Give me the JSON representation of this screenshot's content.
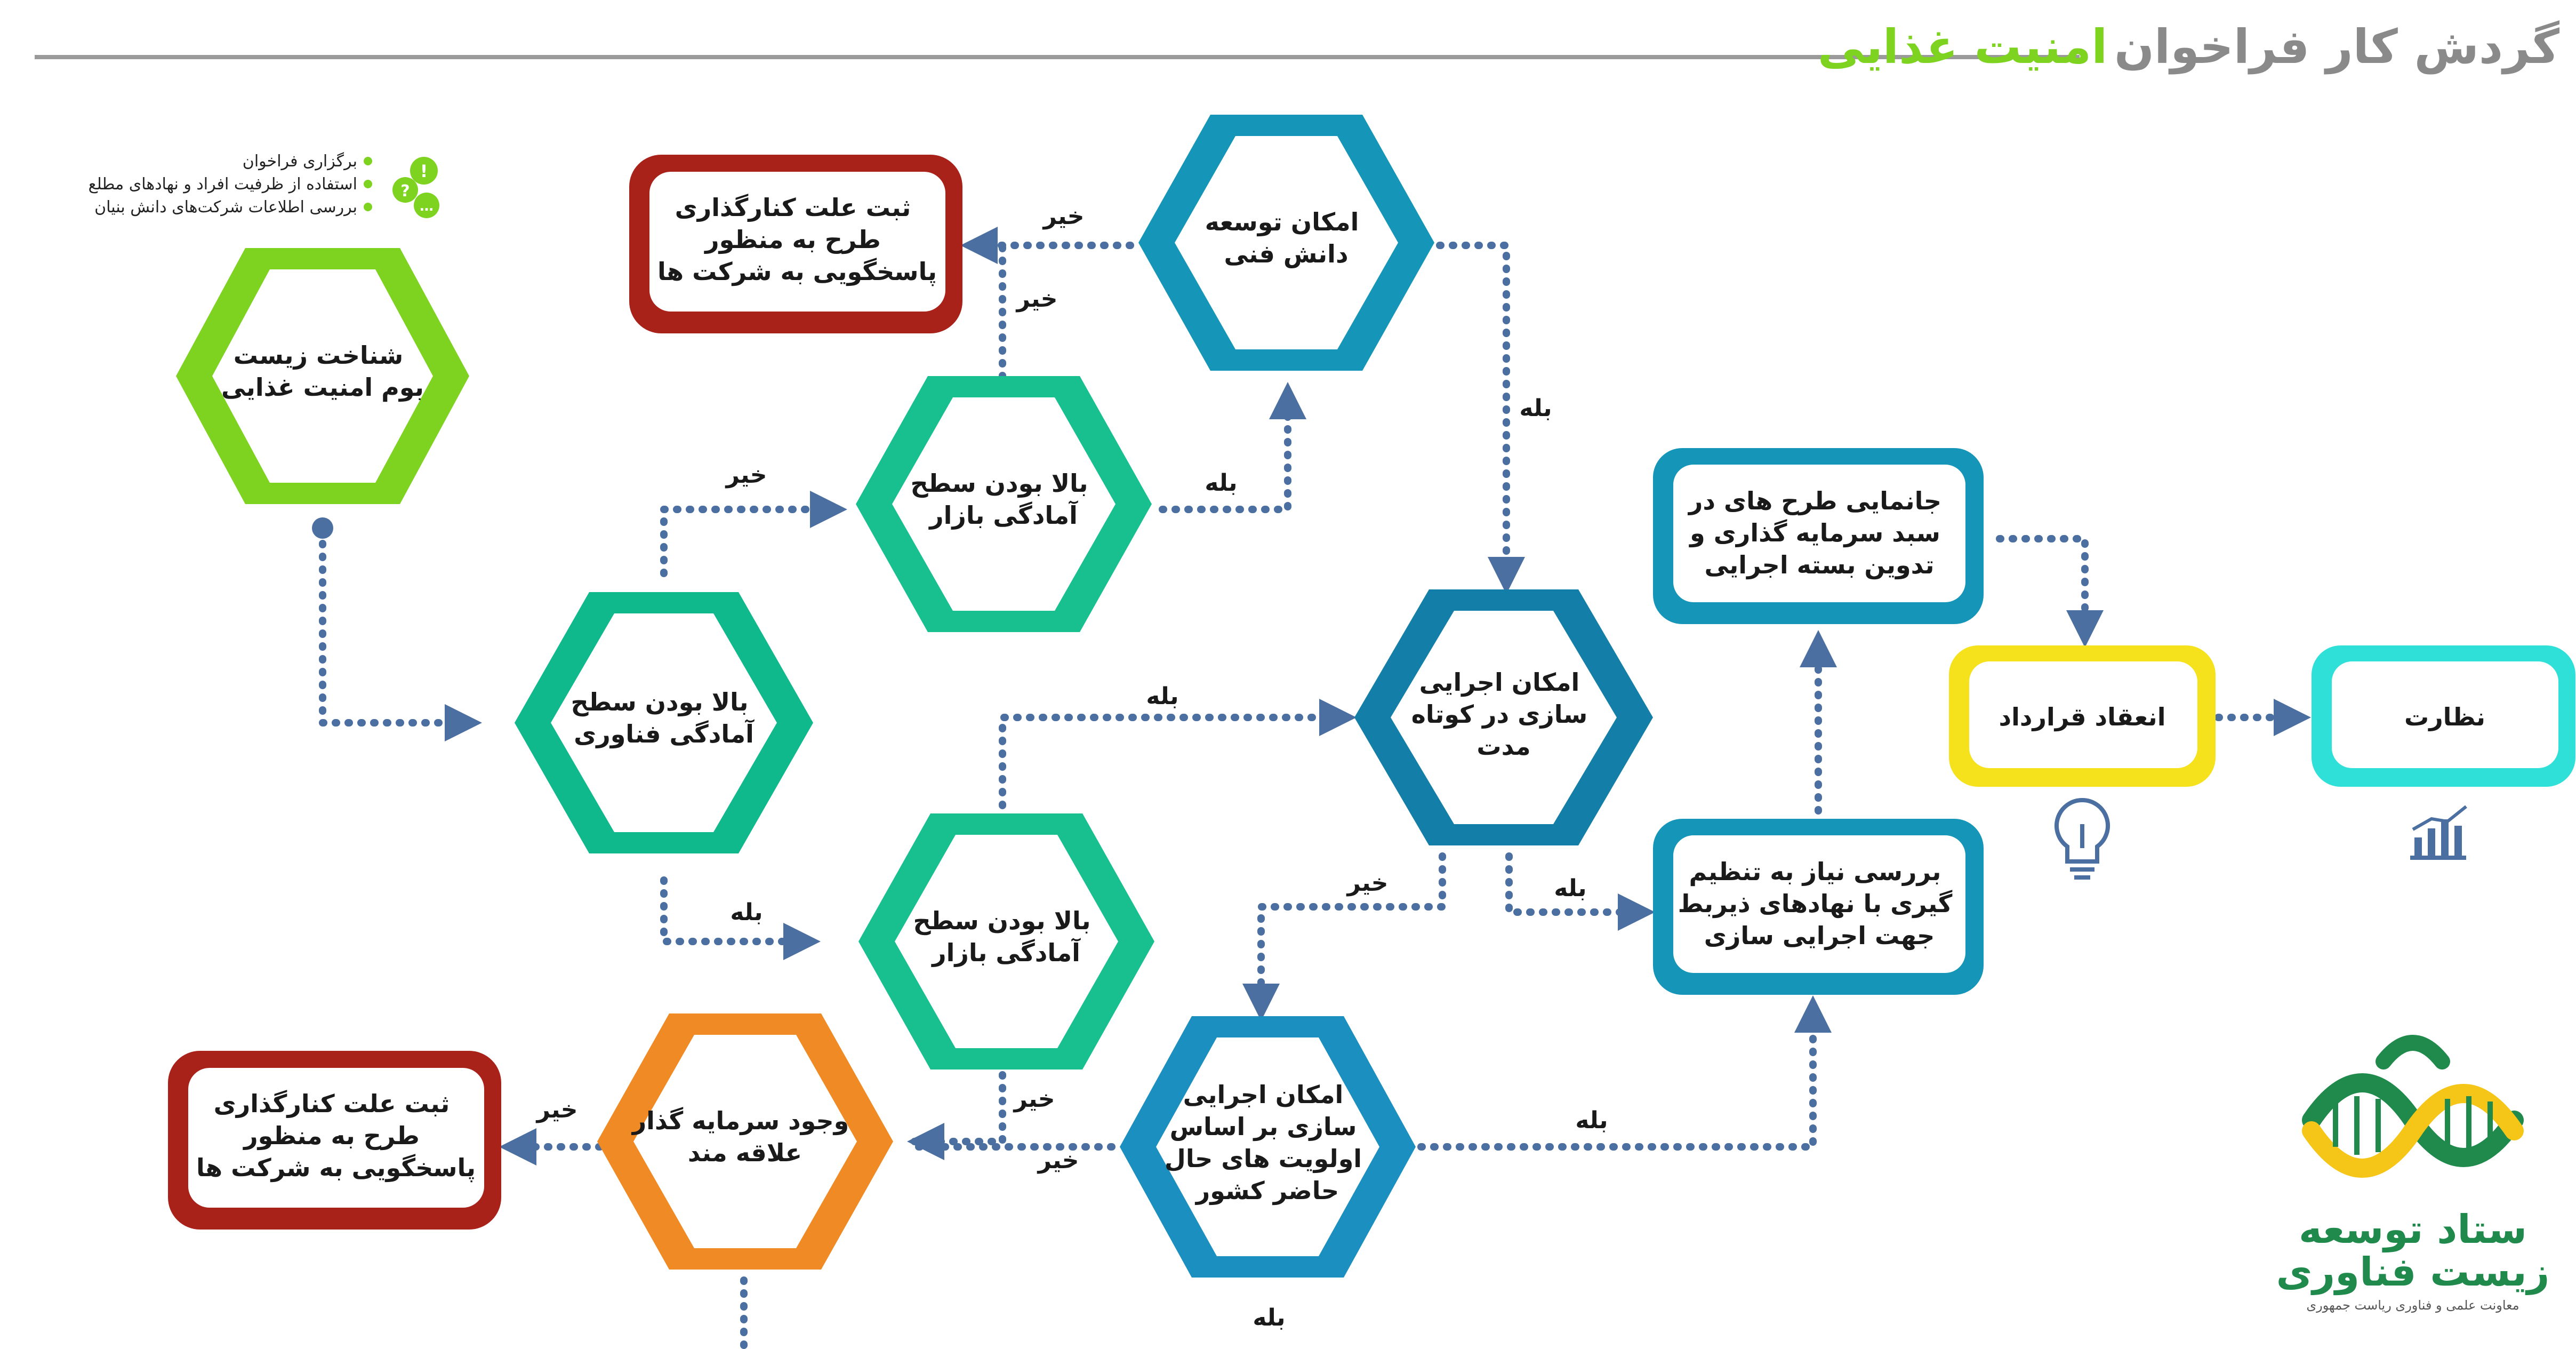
{
  "header": {
    "title_part1": "گردش کار فراخوان",
    "title_part2": "امنیت غذایی",
    "color_gray": "#8a8a8a",
    "color_green": "#7ed321"
  },
  "notes": {
    "items": [
      "برگزاری فراخوان",
      "استفاده از ظرفیت افراد و نهادهای مطلع",
      "بررسی اطلاعات شرکت‌های دانش بنیان"
    ]
  },
  "nodes": {
    "n1": {
      "lines": [
        "شناخت زیست",
        "بوم امنیت غذایی"
      ]
    },
    "n2": {
      "lines": [
        "بالا بودن سطح",
        "آمادگی فناوری"
      ]
    },
    "n3": {
      "lines": [
        "بالا بودن سطح",
        "آمادگی بازار"
      ]
    },
    "n4": {
      "lines": [
        "بالا بودن سطح",
        "آمادگی بازار"
      ]
    },
    "n5": {
      "lines": [
        "امکان توسعه",
        "دانش فنی"
      ]
    },
    "n6": {
      "lines": [
        "ثبت علت کنارگذاری",
        "طرح به منظور",
        "پاسخگویی به شرکت ها"
      ]
    },
    "n7": {
      "lines": [
        "امکان اجرایی",
        "سازی در کوتاه",
        "مدت"
      ]
    },
    "n8": {
      "lines": [
        "امکان اجرایی",
        "سازی بر اساس",
        "اولویت های حال",
        "حاضر کشور"
      ]
    },
    "n9": {
      "lines": [
        "وجود سرمایه گذار",
        "علاقه مند"
      ]
    },
    "n10": {
      "lines": [
        "ثبت علت کنارگذاری",
        "طرح به منظور",
        "پاسخگویی به شرکت ها"
      ]
    },
    "n11": {
      "lines": [
        "بررسی نیاز به تنظیم",
        "گیری با نهادهای ذیربط",
        "جهت اجرایی سازی"
      ]
    },
    "n12": {
      "lines": [
        "جانمایی طرح های در",
        "سبد سرمایه گذاری و",
        "تدوین بسته اجرایی"
      ]
    },
    "n13": {
      "lines": [
        "انعقاد قرارداد"
      ]
    },
    "n14": {
      "lines": [
        "نظارت"
      ]
    }
  },
  "edge_labels": {
    "no1": "خیر",
    "no2": "خیر",
    "no3": "خیر",
    "no4": "خیر",
    "no5": "خیر",
    "no6": "خیر",
    "no7": "خیر",
    "yes1": "بله",
    "yes2": "بله",
    "yes3": "بله",
    "yes4": "بله",
    "yes5": "بله",
    "yes6": "بله",
    "yes7": "بله"
  },
  "logo": {
    "line1": "ستاد توسعه",
    "line2": "زیست فناوری",
    "line3": "معاونت علمی و فناوری ریاست جمهوری"
  },
  "icons": [
    "question-bubbles-icon",
    "lightbulb-icon",
    "bar-chart-icon",
    "dna-logo-icon"
  ],
  "colors": {
    "green_light": "#7ed321",
    "teal_green": "#18c08f",
    "blue": "#1596b9",
    "dark_red": "#a8221a",
    "orange": "#f08a24",
    "yellow": "#f5e11c",
    "cyan": "#2fe0d8",
    "connector": "#4a6fa0"
  }
}
